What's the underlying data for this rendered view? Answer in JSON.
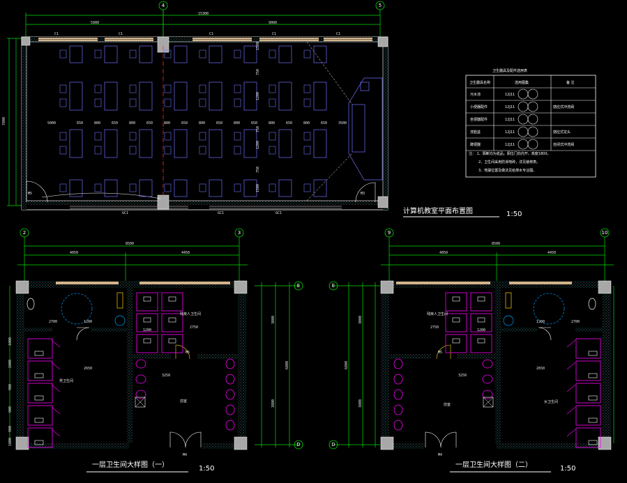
{
  "drawing": {
    "top_plan": {
      "title": "计算机教室平面布置图",
      "scale": "1:50",
      "axes": [
        "4",
        "5"
      ],
      "total_dim": "15300",
      "half_dims": [
        "5900",
        "9000"
      ],
      "door_left": "M5",
      "door_right": "M3",
      "windows_top": [
        "C1",
        "C1",
        "C1",
        "C1",
        "C1"
      ],
      "windows_bottom": [
        "GC1",
        "GC1",
        "GC1"
      ],
      "row_dims": [
        "5000",
        "650",
        "800",
        "650",
        "800",
        "650",
        "800",
        "650",
        "800",
        "650",
        "800",
        "650",
        "800",
        "650",
        "800",
        "650",
        "3500"
      ],
      "side_dims": [
        "1500",
        "750",
        "1200",
        "750",
        "1200",
        "750",
        "1500"
      ],
      "height_dim": "7800"
    },
    "schedule": {
      "title": "卫生器具及配件选用表",
      "headers": [
        "卫生器具名称",
        "选用图集",
        "备 注"
      ],
      "rows": [
        {
          "name": "污水池",
          "ref": "12J11",
          "note": ""
        },
        {
          "name": "小便器配件",
          "ref": "12J11",
          "note": "感应式冲洗阀"
        },
        {
          "name": "坐便器配件",
          "ref": "12J11",
          "note": ""
        },
        {
          "name": "洗脸盆",
          "ref": "12J11",
          "note": "感应式龙头"
        },
        {
          "name": "蹲便器",
          "ref": "12J11",
          "note": "自闭式冲洗阀"
        }
      ],
      "notes": [
        "注： 1、隔断均为成品，厕位门向内开，高度1800。",
        "2、卫生间采用防滑地砖，详见装修表。",
        "3、地漏位置及做法见给排水专业图。"
      ]
    },
    "wc1": {
      "title": "一层卫生间大样图（一）",
      "scale": "1:50",
      "axes": [
        "2",
        "3"
      ],
      "row_axes": [
        "E",
        "D"
      ],
      "total_dim": "8500",
      "part_dims": [
        "4050",
        "4450"
      ],
      "room_a": "男卫生间",
      "room_b": "残疾人卫生间",
      "room_c": "前室",
      "door": "M4",
      "door_b": "M5",
      "v_dims": [
        "1000",
        "1000",
        "900",
        "900",
        "900",
        "1000"
      ],
      "height_dim": "6800",
      "seg_dims": [
        "3000",
        "3800"
      ]
    },
    "wc2": {
      "title": "一层卫生间大样图（二）",
      "scale": "1:50",
      "axes": [
        "9",
        "10"
      ],
      "row_axes": [
        "E",
        "D"
      ],
      "total_dim": "8500",
      "part_dims": [
        "4050",
        "4450"
      ],
      "room_a": "女卫生间",
      "room_b": "残疾人卫生间",
      "room_c": "前室",
      "door": "M4",
      "door_b": "M5",
      "height_dim": "6800",
      "seg_dims": [
        "3000",
        "3800"
      ]
    }
  },
  "colors": {
    "wall": "#ffffff",
    "dim": "#00e000",
    "fixture": "#ff00ff",
    "furniture": "#7070ff",
    "axis": "#ff3030",
    "window": "#d2b48c",
    "hatch": "#00d0d0"
  }
}
